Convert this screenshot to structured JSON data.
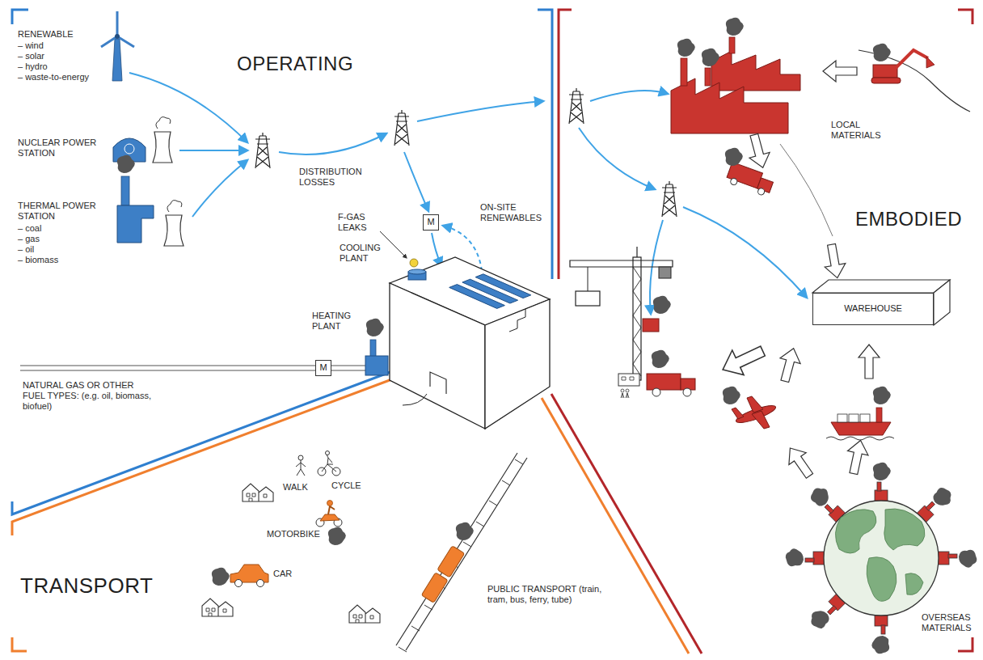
{
  "diagram": {
    "nodes": [
      {
        "text": [
          "M"
        ]
      },
      {
        "text": [
          "M"
        ]
      },
      {
        "text": [
          "WAREHOUSE"
        ]
      }
    ],
    "labels": [
      "RENEWABLE",
      "– wind",
      "– solar",
      "– hydro",
      "– waste-to-energy",
      "OPERATING",
      "NUCLEAR POWER STATION",
      "THERMAL POWER STATION",
      "– coal",
      "– gas",
      "– oil",
      "– biomass",
      "DISTRIBUTION LOSSES",
      "F-GAS LEAKS",
      "ON-SITE RENEWABLES",
      "COOLING PLANT",
      "HEATING PLANT",
      "NATURAL GAS OR OTHER FUEL TYPES: (e.g. oil, biomass, biofuel)",
      "LOCAL MATERIALS",
      "EMBODIED",
      "WALK",
      "CYCLE",
      "MOTORBIKE",
      "CAR",
      "PUBLIC TRANSPORT (train, tram, bus, ferry, tube)",
      "TRANSPORT",
      "OVERSEAS MATERIALS"
    ]
  }
}
